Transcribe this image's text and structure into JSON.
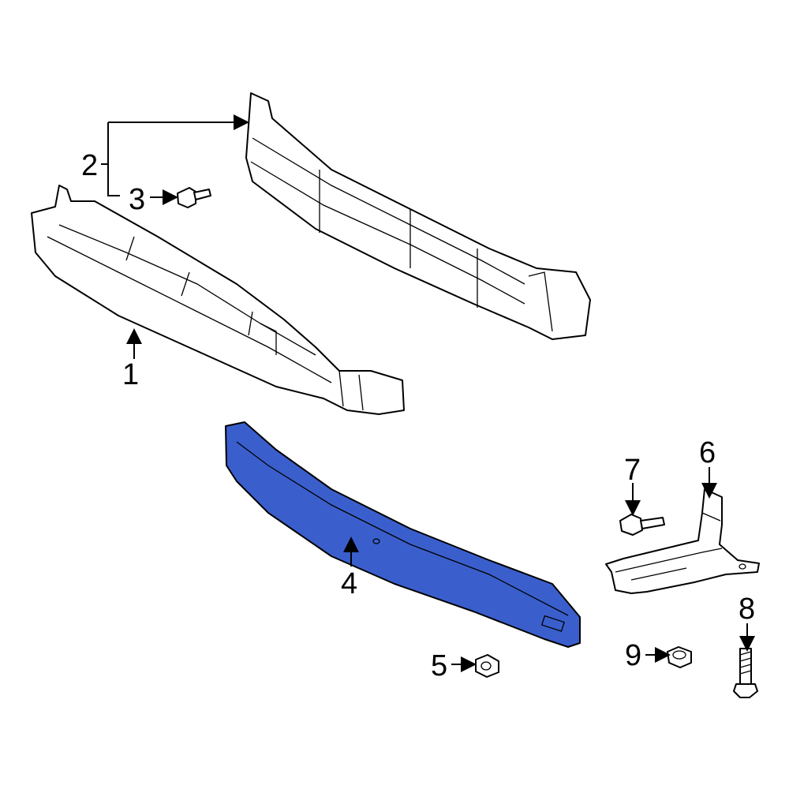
{
  "highlight_color": "#3a5fcd",
  "callouts": [
    {
      "number": "1",
      "part": "absorber"
    },
    {
      "number": "2",
      "part": "reinforcement-bar"
    },
    {
      "number": "3",
      "part": "bolt"
    },
    {
      "number": "4",
      "part": "lower-reinforcement",
      "highlighted": true
    },
    {
      "number": "5",
      "part": "nut"
    },
    {
      "number": "6",
      "part": "bracket"
    },
    {
      "number": "7",
      "part": "bolt"
    },
    {
      "number": "8",
      "part": "bolt"
    },
    {
      "number": "9",
      "part": "nut"
    }
  ]
}
